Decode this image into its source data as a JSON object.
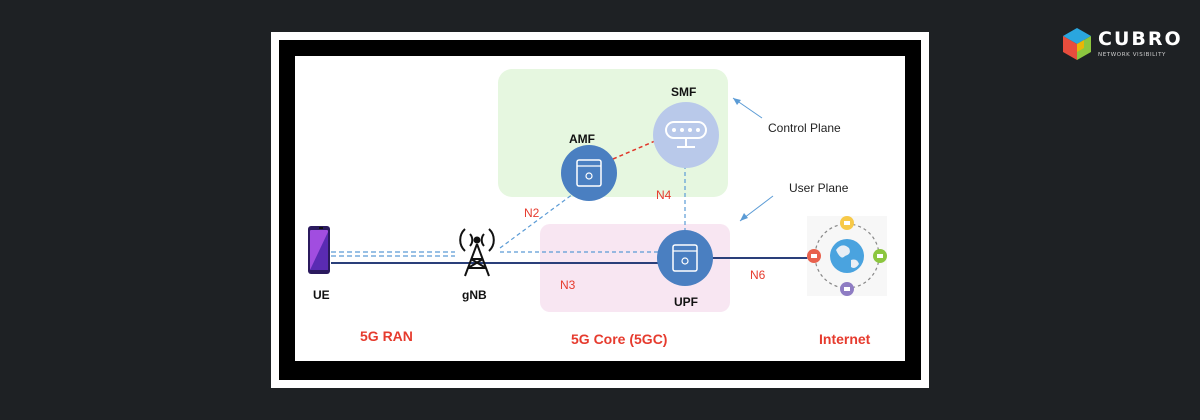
{
  "brand": {
    "name": "CUBRO",
    "tagline": "NETWORK VISIBILITY",
    "colors": [
      "#e84d3d",
      "#2aa6df",
      "#8cc63f",
      "#f4b400",
      "#7b5ea7"
    ]
  },
  "diagram": {
    "nodes": {
      "ue": "UE",
      "gnb": "gNB",
      "amf": "AMF",
      "smf": "SMF",
      "upf": "UPF"
    },
    "interfaces": {
      "n2": "N2",
      "n3": "N3",
      "n4": "N4",
      "n6": "N6"
    },
    "annotations": {
      "control_plane": "Control Plane",
      "user_plane": "User Plane"
    },
    "sections": {
      "ran": "5G RAN",
      "core": "5G Core (5GC)",
      "internet": "Internet"
    },
    "colors": {
      "label_red": "#e63b2e",
      "control_plane_bg": "#e6f7e0",
      "user_plane_bg": "#f8e6f2",
      "node_blue": "#4a7fc1",
      "smf_fill": "#b9c9ea",
      "line_navy": "#2a3f7a",
      "dashed_blue": "#5b9bd5",
      "dashed_red": "#e0372a"
    }
  }
}
